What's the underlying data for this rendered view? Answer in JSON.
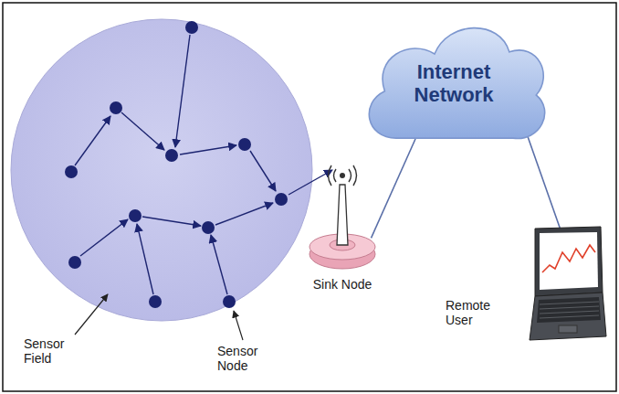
{
  "diagram": {
    "nodes": [
      {
        "text": [
          "Internet Network"
        ]
      },
      {
        "text": [
          "Sink Node"
        ]
      },
      {
        "text": [
          "Remote User"
        ]
      }
    ],
    "edges": [
      {
        "from": 1,
        "to": 0,
        "arrow": "none"
      },
      {
        "from": 0,
        "to": 2,
        "arrow": "none"
      }
    ],
    "labels": [
      "Sensor Field",
      "Sensor Node"
    ]
  }
}
